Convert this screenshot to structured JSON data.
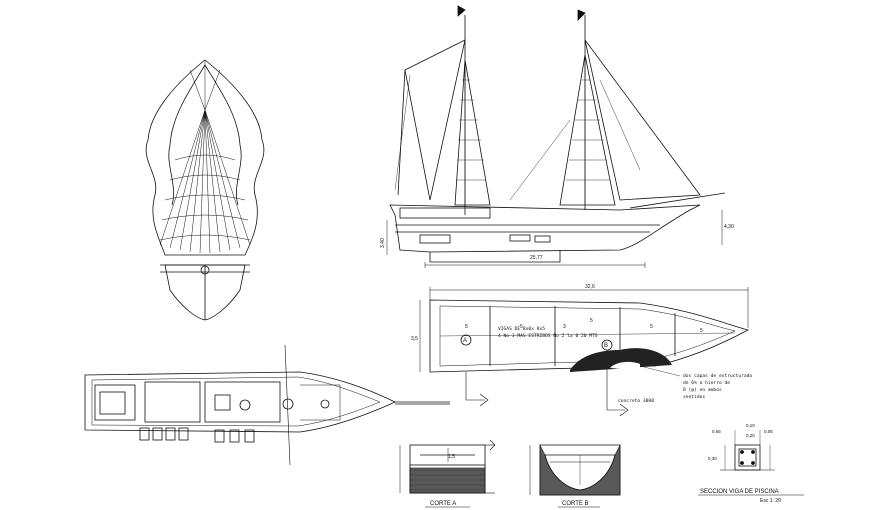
{
  "colors": {
    "ink": "#111111",
    "paper": "#ffffff",
    "hatch": "#222222"
  },
  "side_view": {
    "dim_length": "25,77",
    "dim_height_left": "3,40",
    "dim_height_right": "4,30"
  },
  "hull_plan": {
    "dim_top": "32,6",
    "beam_note_line1": "VIGAS DE 8x0x 8x5",
    "beam_note_line2": "4 No 3 MAS ESTRIBOS No 2 la 0 20 MTS",
    "marker_a": "A",
    "marker_b": "B",
    "dim_left": "3,5",
    "seg_labels": [
      "5",
      "5",
      "3",
      "5",
      "5",
      "5"
    ],
    "note_right_1": "dos capas de estructurado",
    "note_right_2": "de 6% o hierro de",
    "note_right_3": "8 (@) en ambos",
    "note_right_4": "sentidos",
    "note_concrete": "concreto 3000"
  },
  "section_a": {
    "caption": "CORTE A",
    "level": "1,5"
  },
  "section_b": {
    "caption": "CORTE B"
  },
  "beam_section": {
    "caption": "SECCION VIGA DE PISCINA",
    "scale": "Esc 1: 20",
    "dim_top_1": "0,10",
    "dim_top_2": "0,20",
    "dim_side_1": "0,65",
    "dim_side_2": "0,05",
    "dim_left": "0,30"
  }
}
